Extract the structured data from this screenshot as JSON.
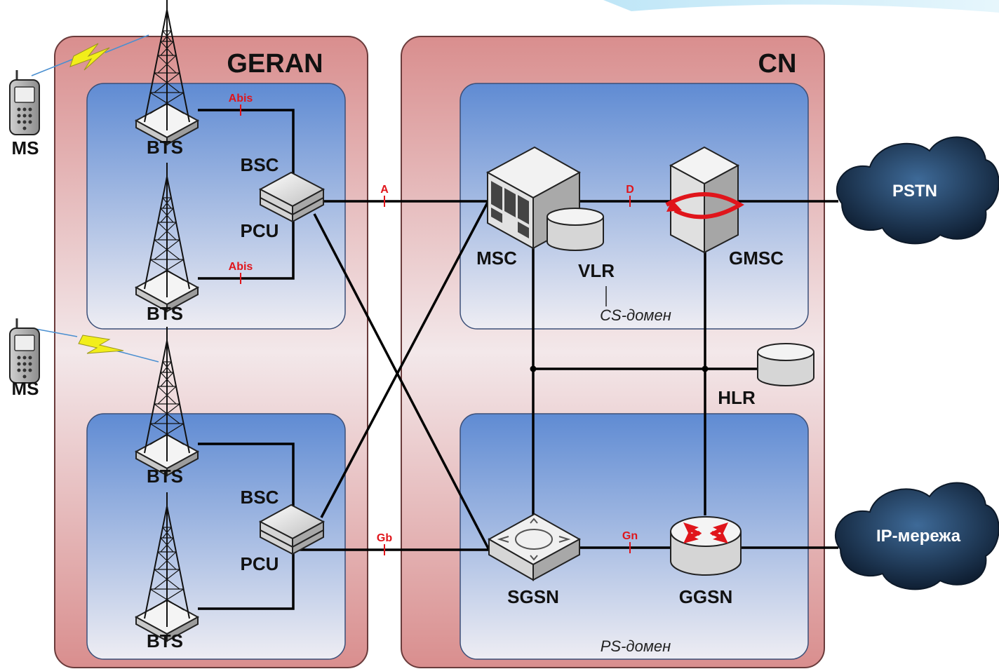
{
  "areas": {
    "geran": "GERAN",
    "cn": "CN",
    "cs_domain": "CS-домен",
    "ps_domain": "PS-домен"
  },
  "nodes": {
    "ms_top": "MS",
    "ms_bottom": "MS",
    "bts_1": "BTS",
    "bts_2": "BTS",
    "bts_3": "BTS",
    "bts_4": "BTS",
    "bsc_top": "BSC",
    "pcu_top": "PCU",
    "bsc_bottom": "BSC",
    "pcu_bottom": "PCU",
    "msc": "MSC",
    "vlr": "VLR",
    "gmsc": "GMSC",
    "hlr": "HLR",
    "sgsn": "SGSN",
    "ggsn": "GGSN",
    "pstn": "PSTN",
    "ip_network": "IP-мережа"
  },
  "interfaces": {
    "abis_top": "Abis",
    "abis_bottom": "Abis",
    "a": "A",
    "d": "D",
    "gb": "Gb",
    "gn": "Gn"
  },
  "colors": {
    "outer_panel": "#dfa0a0",
    "inner_panel_top": "#6f95d6",
    "inner_panel_bottom": "#ecebf2",
    "interface_label": "#e0151b",
    "radio_bolt": "#f2ee1a",
    "cloud": "#1c3550"
  },
  "icons": [
    "phone-icon",
    "tower-icon",
    "switch-icon",
    "server-icon",
    "database-icon",
    "core-switch-icon",
    "router-icon",
    "cloud-icon",
    "lightning-icon"
  ]
}
